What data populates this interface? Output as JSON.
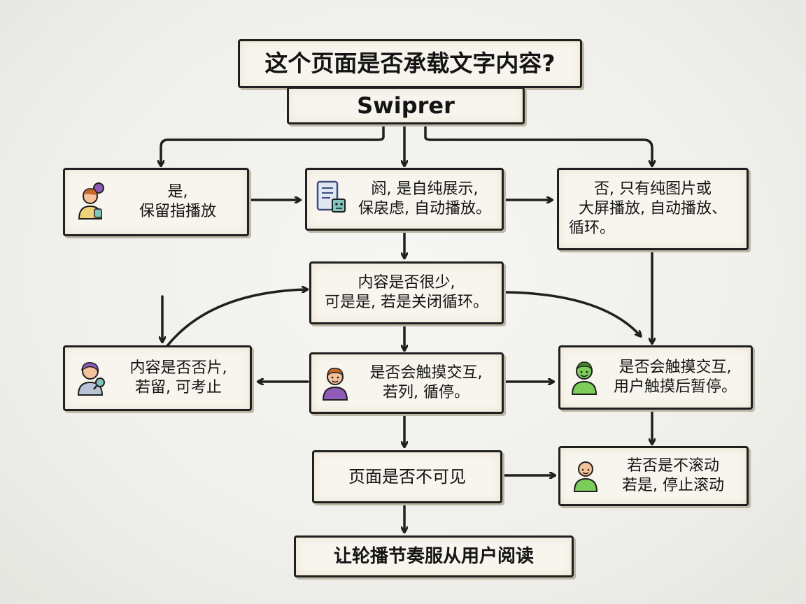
{
  "title": "这个页面是否承载文字内容?",
  "subtitle": "Swiprer",
  "nodes": {
    "yes_keep": {
      "line1": "是,",
      "line2": "保留指播放"
    },
    "middle_display": {
      "line1": "阏, 是自纯展示,",
      "line2": "保扆虑, 自动播放。"
    },
    "no_images": {
      "line1": "否, 只有纯图片或",
      "line2": "大屏播放, 自动播放、",
      "line3": "循环。"
    },
    "content_few": {
      "line1": "内容是否很少,",
      "line2": "可是是, 若是关闭循环。"
    },
    "content_slide": {
      "line1": "内容是否否片,",
      "line2": "若留, 可考止"
    },
    "touch_mid": {
      "line1": "是否会触摸交互,",
      "line2": "若列, 循停。"
    },
    "touch_right": {
      "line1": "是否会触摸交互,",
      "line2": "用户触摸后暂停。"
    },
    "page_invisible": {
      "line1": "页面是否不可见"
    },
    "scroll": {
      "line1": "若否是不滚动",
      "line2": "若是, 停止滚动"
    },
    "final": {
      "line1": "让轮播节奏服从用户阅读"
    }
  },
  "icons": {
    "yes_keep": "person-with-speech-icon",
    "middle_display": "document-tablet-icon",
    "content_slide": "person-with-magnifier-icon",
    "touch_mid": "person-icon",
    "touch_right": "person-icon",
    "scroll": "person-icon"
  },
  "colors": {
    "line": "#1f1f1f",
    "box_fill": "#f7f5ee",
    "skin": "#f4c29a",
    "purple": "#8e5bb8",
    "green": "#7ccd5a",
    "brown_hair": "#c86a2e",
    "teal": "#7fc6c0",
    "navy": "#3c4f7a"
  }
}
